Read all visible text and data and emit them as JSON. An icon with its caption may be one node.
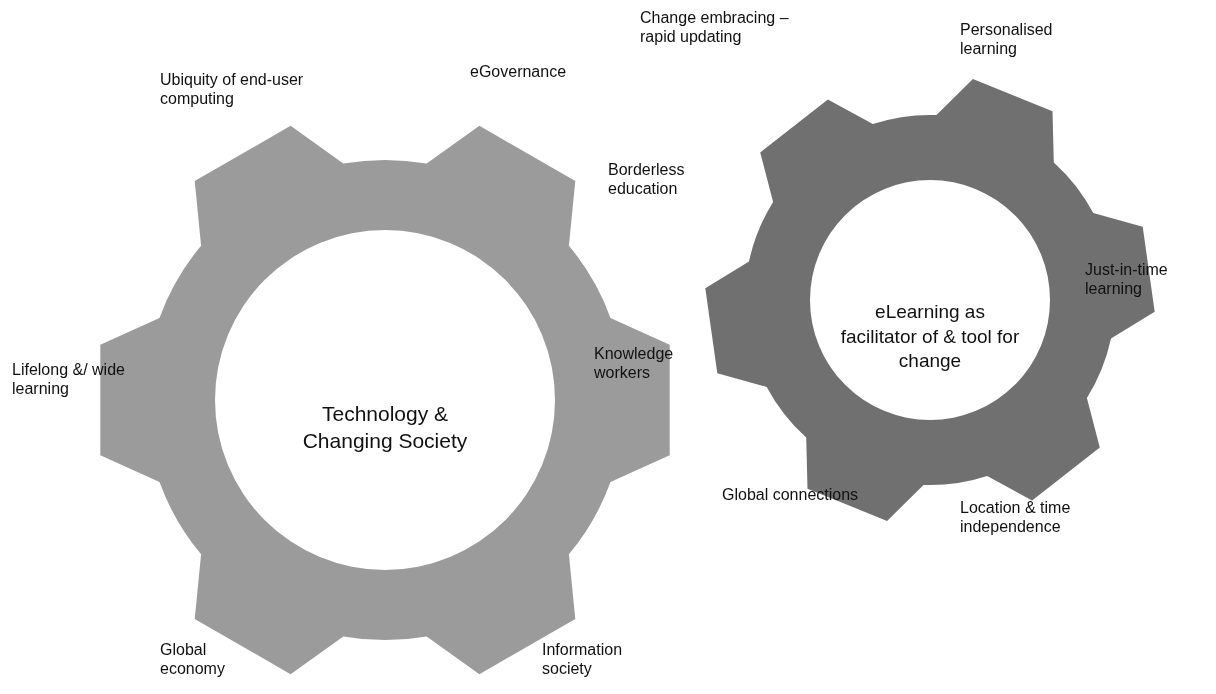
{
  "diagram": {
    "nodes": [
      {
        "text": [
          "Technology & Changing Society"
        ]
      },
      {
        "text": [
          "eLearning as facilitator of & tool for change"
        ]
      }
    ],
    "labels": [
      "Change embracing – rapid updating",
      "Personalised learning",
      "Ubiquity of end-user computing",
      "eGovernance",
      "Borderless education",
      "Just-in-time learning",
      "Lifelong &/ wide learning",
      "Knowledge workers",
      "Global connections",
      "Location & time independence",
      "Global economy",
      "Information society"
    ]
  }
}
